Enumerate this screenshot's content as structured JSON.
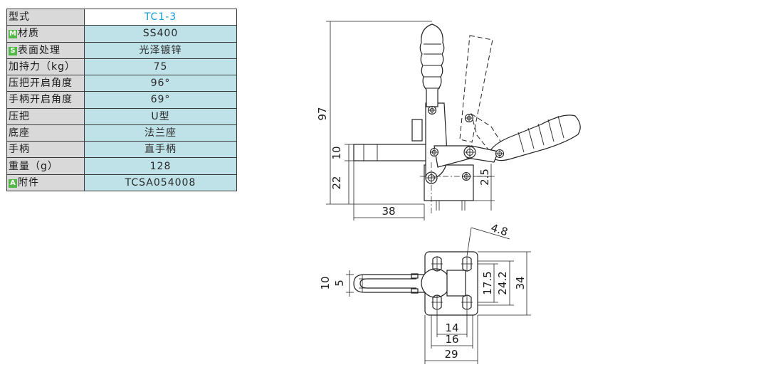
{
  "spec_table": {
    "rows": [
      {
        "label": "型式",
        "value": "TC1-3"
      },
      {
        "badge": "M",
        "label": "材质",
        "value": "SS400"
      },
      {
        "badge": "S",
        "label": "表面处理",
        "value": "光泽镀锌"
      },
      {
        "label": "加持力（kg）",
        "value": "75"
      },
      {
        "label": "压把开启角度",
        "value": "96°"
      },
      {
        "label": "手柄开启角度",
        "value": "69°"
      },
      {
        "label": "压把",
        "value": "U型"
      },
      {
        "label": "底座",
        "value": "法兰座"
      },
      {
        "label": "手柄",
        "value": "直手柄"
      },
      {
        "label": "重量（g）",
        "value": "128"
      },
      {
        "badge": "A",
        "label": "附件",
        "value": "TCSA054008"
      }
    ]
  },
  "drawing": {
    "side_view_dims": {
      "height": "97",
      "arm_thickness": "10",
      "base_height": "22",
      "arm_reach": "38",
      "pivot_offset": "2.5"
    },
    "top_view_dims": {
      "hole_dia": "4.8",
      "slot_outer": "10",
      "slot_inner": "5",
      "hole_pitch_y": "17.5",
      "hole_span_y": "24.2",
      "base_width": "34",
      "hole_pitch_x_inner": "14",
      "hole_pitch_x": "16",
      "base_length": "29"
    }
  }
}
